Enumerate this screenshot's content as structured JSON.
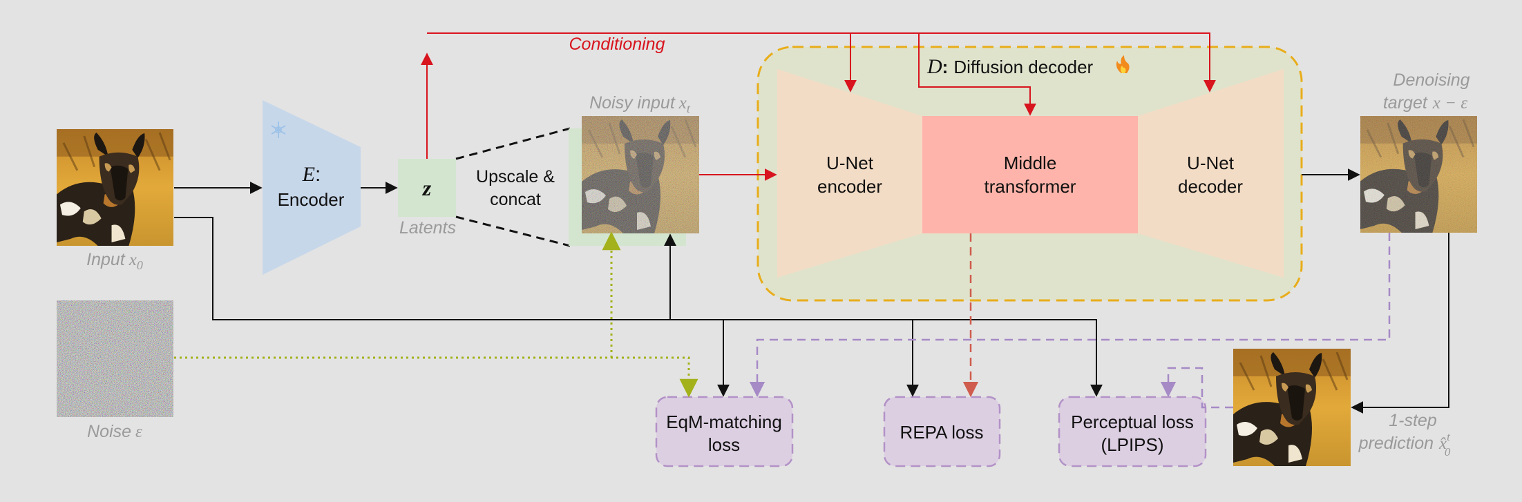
{
  "conditioning_label": "Conditioning",
  "encoder": {
    "symbol": "E",
    "name": "Encoder"
  },
  "latents": {
    "symbol": "z",
    "caption": "Latents"
  },
  "upscale": {
    "line1": "Upscale &",
    "line2": "concat"
  },
  "noisy_input": {
    "caption": "Noisy input",
    "symbol": "x",
    "subscript": "t"
  },
  "input": {
    "caption": "Input",
    "symbol": "x",
    "subscript": "0"
  },
  "noise": {
    "caption": "Noise",
    "symbol": "ε"
  },
  "diffusion_decoder": {
    "symbol": "D",
    "title": "Diffusion decoder"
  },
  "unet_encoder": {
    "line1": "U-Net",
    "line2": "encoder"
  },
  "middle_transformer": {
    "line1": "Middle",
    "line2": "transformer"
  },
  "unet_decoder": {
    "line1": "U-Net",
    "line2": "decoder"
  },
  "denoising_target": {
    "line1": "Denoising",
    "line2_prefix": "target",
    "math": "x − ε"
  },
  "one_step": {
    "line1": "1-step",
    "line2_prefix": "prediction",
    "symbol": "x̂",
    "sup": "t",
    "sub": "0"
  },
  "losses": {
    "eqm": {
      "line1": "EqM-matching",
      "line2": "loss"
    },
    "repa": {
      "line1": "REPA loss"
    },
    "perceptual": {
      "line1": "Perceptual loss",
      "line2": "(LPIPS)"
    }
  },
  "colors": {
    "background": "#e3e3e3",
    "encoder_fill": "#c7d7ea",
    "latent_fill": "#d3e5cf",
    "unet_fill": "#f3dcc5",
    "transformer_fill": "#feb4aa",
    "decoder_region_fill": "#dfe3cc",
    "decoder_border": "#e8ad1a",
    "loss_fill": "#dccfe2",
    "loss_border": "#b392c7",
    "conditioning_red": "#d8141e",
    "noise_dotted": "#a3b11a",
    "purple_dashed": "#a68ac6",
    "repa_dashed": "#cf5c4c"
  },
  "icons": [
    "snowflake-icon",
    "fire-icon"
  ]
}
